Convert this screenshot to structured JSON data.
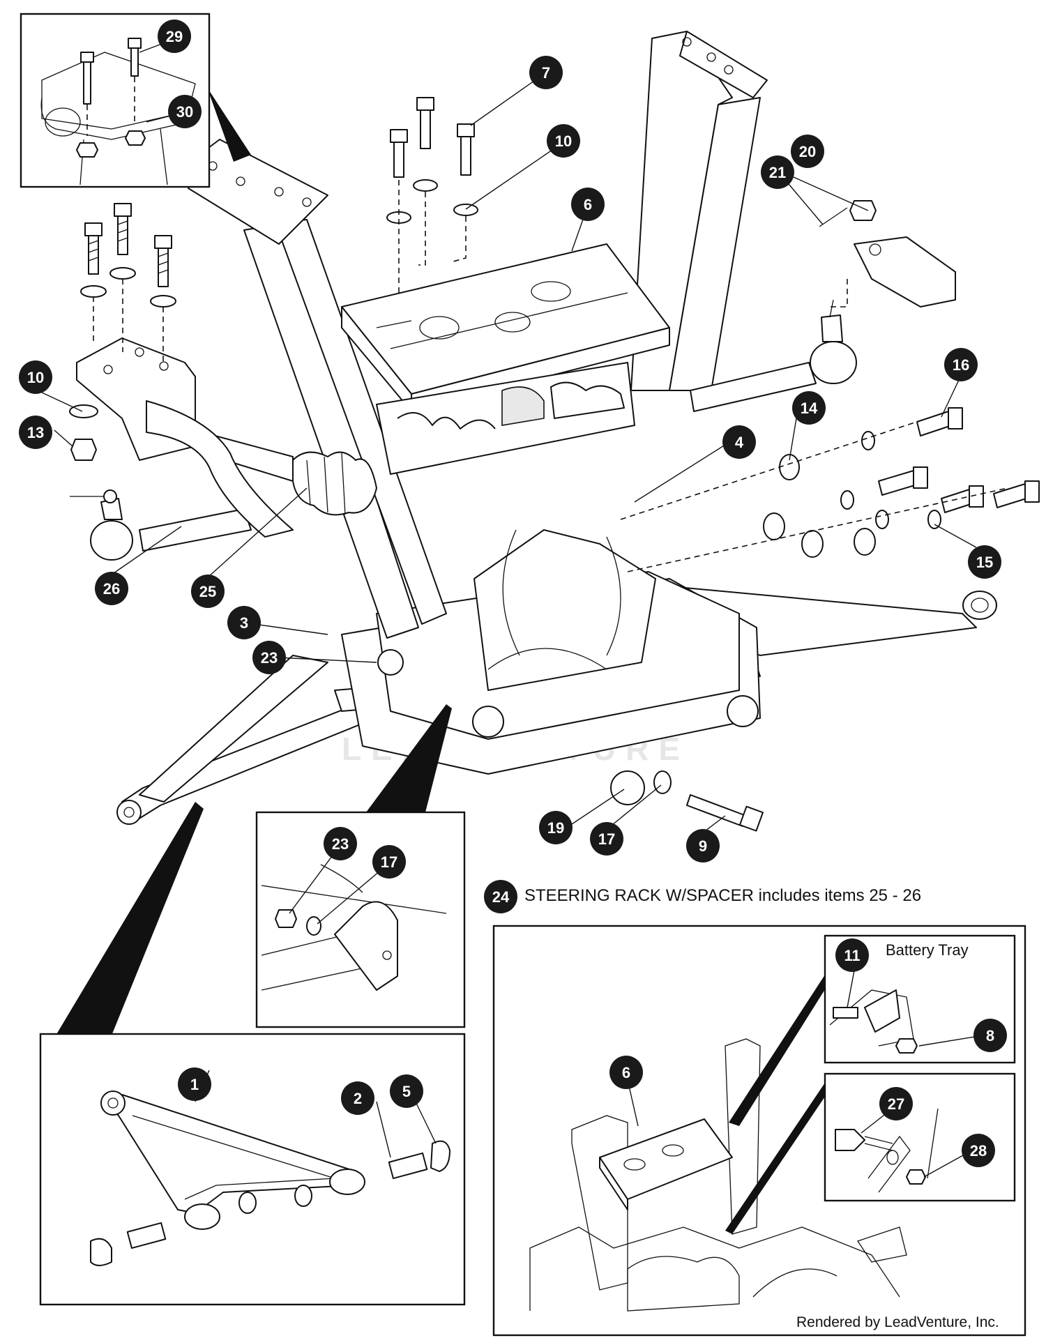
{
  "callouts": {
    "c1": "1",
    "c2": "2",
    "c3": "3",
    "c4": "4",
    "c5": "5",
    "c6": "6",
    "c6b": "6",
    "c7": "7",
    "c8": "8",
    "c9": "9",
    "c10a": "10",
    "c10b": "10",
    "c11": "11",
    "c13": "13",
    "c14": "14",
    "c15": "15",
    "c16": "16",
    "c17a": "17",
    "c17b": "17",
    "c19": "19",
    "c20": "20",
    "c21": "21",
    "c23a": "23",
    "c23b": "23",
    "c24": "24",
    "c25": "25",
    "c26": "26",
    "c27": "27",
    "c28": "28",
    "c29": "29",
    "c30": "30"
  },
  "note": {
    "kit_text": "STEERING RACK W/SPACER includes items 25 - 26"
  },
  "labels": {
    "battery_tray": "Battery Tray"
  },
  "credit": "Rendered by LeadVenture, Inc.",
  "watermark": "LEADVENTURE"
}
